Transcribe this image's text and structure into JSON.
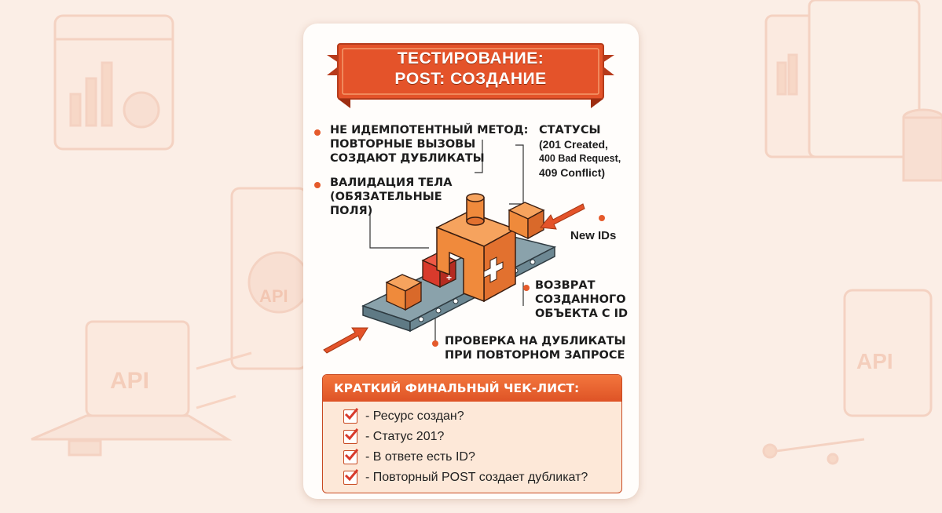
{
  "title": {
    "line1": "ТЕСТИРОВАНИЕ:",
    "line2": "POST: СОЗДАНИЕ"
  },
  "labels": {
    "non_idempotent": [
      "НЕ ИДЕМПОТЕНТНЫЙ МЕТОД:",
      "ПОВТОРНЫЕ ВЫЗОВЫ",
      "СОЗДАЮТ ДУБЛИКАТЫ"
    ],
    "statuses": [
      "СТАТУСЫ",
      "(201 Created,",
      "400 Bad Request,",
      "409 Conflict)"
    ],
    "validation": [
      "ВАЛИДАЦИЯ ТЕЛА",
      "(ОБЯЗАТЕЛЬНЫЕ",
      "ПОЛЯ)"
    ],
    "new_ids": "New IDs",
    "return": [
      "ВОЗВРАТ",
      "СОЗДАННОГО",
      "ОБЪЕКТА С ID"
    ],
    "dup_check": [
      "ПРОВЕРКА НА ДУБЛИКАТЫ",
      "ПРИ ПОВТОРНОМ ЗАПРОСЕ"
    ]
  },
  "background_icons": {
    "api_left_monitor": "API",
    "api_left_laptop": "API",
    "api_right": "API"
  },
  "checklist": {
    "title": "КРАТКИЙ ФИНАЛЬНЫЙ ЧЕК-ЛИСТ:",
    "items": [
      "- Ресурс создан?",
      "- Статус 201?",
      "- В ответе есть ID?",
      "- Повторный POST создает дубликат?"
    ]
  },
  "colors": {
    "accent": "#e55a2b",
    "banner": "#e4532a",
    "box_orange": "#f08a3c",
    "box_red": "#d83a2c",
    "belt": "#5f7a85"
  }
}
